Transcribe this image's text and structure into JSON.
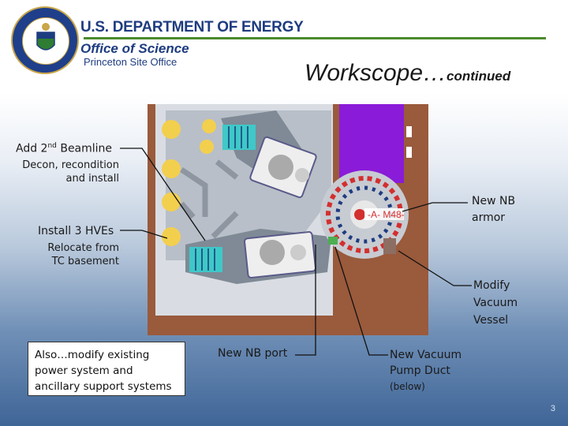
{
  "header": {
    "department": "U.S. DEPARTMENT OF ENERGY",
    "office": "Office of Science",
    "site": "Princeton Site Office"
  },
  "title": {
    "main": "Workscope…",
    "suffix": "continued"
  },
  "labels": {
    "beamline_main": "Add 2",
    "beamline_sup": "nd",
    "beamline_rest": " Beamline",
    "beamline_sub1": "Decon, recondition",
    "beamline_sub2": "and install",
    "hves_main": "Install 3 HVEs",
    "hves_sub1": "Relocate from",
    "hves_sub2": "TC basement",
    "armor1": "New NB",
    "armor2": "armor",
    "vessel1": "Modify",
    "vessel2": "Vacuum",
    "vessel3": "Vessel",
    "nbport": "New NB port",
    "duct1": "New Vacuum",
    "duct2": "Pump Duct",
    "duct3": "(below)",
    "diagram_tag": "-A- M48-"
  },
  "also_box": {
    "line1": "Also…modify existing",
    "line2": "power system and",
    "line3": "ancillary support systems"
  },
  "page_number": "3",
  "colors": {
    "navy": "#1e3c80",
    "green_rule": "#4b8a2c",
    "floor_brown": "#9a5a3c",
    "purple": "#8a1bd8",
    "yellow": "#f3cf4e"
  }
}
